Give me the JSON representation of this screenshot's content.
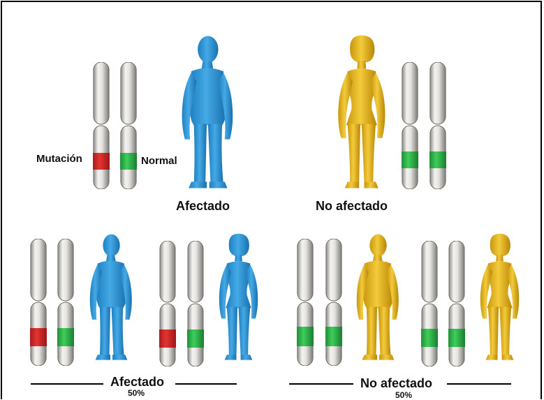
{
  "colors": {
    "affected_figure": "#2f9ad8",
    "unaffected_figure": "#e2b21c",
    "mutation": "#d9262b",
    "normal": "#2db84a",
    "chromosome": "#d8d6d2"
  },
  "parents": {
    "affected_label": "Afectado",
    "unaffected_label": "No afectado",
    "mutation_label": "Mutación",
    "normal_label": "Normal"
  },
  "offspring": {
    "affected_label": "Afectado",
    "affected_percent": "50%",
    "unaffected_label": "No afectado",
    "unaffected_percent": "50%"
  }
}
